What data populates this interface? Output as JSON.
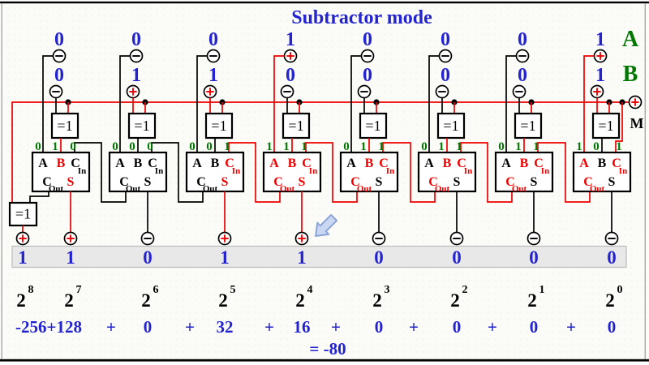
{
  "title": "Subtractor mode",
  "side_labels": {
    "a_row": "A",
    "b_row": "B",
    "mode": "M"
  },
  "gate_label": "=1",
  "adder_labels": {
    "a": "A",
    "b": "B",
    "c": "C",
    "in": "In",
    "out": "Out",
    "s": "S"
  },
  "colors": {
    "on": "#ee0000",
    "off": "#000000",
    "blue": "#2323d0",
    "green": "#007700",
    "band_fill": "#e8e8e8",
    "band_stroke": "#bbbbbb",
    "arrow_fill": "#c9d7f2",
    "arrow_stroke": "#8aa5d6",
    "frame": "#000000",
    "side_frame": "#a8a8a8"
  },
  "m_line": {
    "color": "#ee0000",
    "value": "1"
  },
  "columns": [
    {
      "bit": "7",
      "a": "0",
      "b": "0",
      "bxm": "1",
      "cin": "0",
      "cout": "0",
      "s": "1",
      "a_col": "#000000",
      "a_v": "none",
      "b_col": "#000000",
      "b_v": "none",
      "x_col": "#ee0000",
      "cin_col": "#000000",
      "cout_col": "#000000",
      "s_col": "#ee0000",
      "s_v": "#ee0000"
    },
    {
      "bit": "6",
      "a": "0",
      "b": "1",
      "bxm": "0",
      "cin": "0",
      "cout": "0",
      "s": "0",
      "a_col": "#000000",
      "a_v": "none",
      "b_col": "#ee0000",
      "b_v": "#ee0000",
      "x_col": "#000000",
      "cin_col": "#000000",
      "cout_col": "#000000",
      "s_col": "#000000",
      "s_v": "none"
    },
    {
      "bit": "5",
      "a": "0",
      "b": "1",
      "bxm": "0",
      "cin": "1",
      "cout": "0",
      "s": "1",
      "a_col": "#000000",
      "a_v": "none",
      "b_col": "#ee0000",
      "b_v": "#ee0000",
      "x_col": "#000000",
      "cin_col": "#ee0000",
      "cout_col": "#000000",
      "s_col": "#ee0000",
      "s_v": "#ee0000"
    },
    {
      "bit": "4",
      "a": "1",
      "b": "0",
      "bxm": "1",
      "cin": "1",
      "cout": "1",
      "s": "1",
      "a_col": "#ee0000",
      "a_v": "#ee0000",
      "b_col": "#000000",
      "b_v": "none",
      "x_col": "#ee0000",
      "cin_col": "#ee0000",
      "cout_col": "#ee0000",
      "s_col": "#ee0000",
      "s_v": "#ee0000"
    },
    {
      "bit": "3",
      "a": "0",
      "b": "0",
      "bxm": "1",
      "cin": "1",
      "cout": "1",
      "s": "0",
      "a_col": "#000000",
      "a_v": "none",
      "b_col": "#000000",
      "b_v": "none",
      "x_col": "#ee0000",
      "cin_col": "#ee0000",
      "cout_col": "#ee0000",
      "s_col": "#000000",
      "s_v": "none"
    },
    {
      "bit": "2",
      "a": "0",
      "b": "0",
      "bxm": "1",
      "cin": "1",
      "cout": "1",
      "s": "0",
      "a_col": "#000000",
      "a_v": "none",
      "b_col": "#000000",
      "b_v": "none",
      "x_col": "#ee0000",
      "cin_col": "#ee0000",
      "cout_col": "#ee0000",
      "s_col": "#000000",
      "s_v": "none"
    },
    {
      "bit": "1",
      "a": "0",
      "b": "0",
      "bxm": "1",
      "cin": "1",
      "cout": "1",
      "s": "0",
      "a_col": "#000000",
      "a_v": "none",
      "b_col": "#000000",
      "b_v": "none",
      "x_col": "#ee0000",
      "cin_col": "#ee0000",
      "cout_col": "#ee0000",
      "s_col": "#000000",
      "s_v": "none"
    },
    {
      "bit": "0",
      "a": "1",
      "b": "1",
      "bxm": "0",
      "cin": "1",
      "cout": "1",
      "s": "0",
      "a_col": "#ee0000",
      "a_v": "#ee0000",
      "b_col": "#ee0000",
      "b_v": "#ee0000",
      "x_col": "#000000",
      "cin_col": "#ee0000",
      "cout_col": "#ee0000",
      "s_col": "#000000",
      "s_v": "none"
    }
  ],
  "overflow": {
    "value": "1",
    "wire": "#ee0000",
    "sym": "#ee0000",
    "v": "#ee0000"
  },
  "sum_bits": [
    "1",
    "1",
    "0",
    "1",
    "1",
    "0",
    "0",
    "0",
    "0"
  ],
  "place_values": [
    {
      "base": "2",
      "exp": "8"
    },
    {
      "base": "2",
      "exp": "7"
    },
    {
      "base": "2",
      "exp": "6"
    },
    {
      "base": "2",
      "exp": "5"
    },
    {
      "base": "2",
      "exp": "4"
    },
    {
      "base": "2",
      "exp": "3"
    },
    {
      "base": "2",
      "exp": "2"
    },
    {
      "base": "2",
      "exp": "1"
    },
    {
      "base": "2",
      "exp": "0"
    }
  ],
  "value_row": [
    "-256+128",
    "+",
    "0",
    "+",
    "32",
    "+",
    "16",
    "+",
    "0",
    "+",
    "0",
    "+",
    "0",
    "+",
    "0"
  ],
  "equation": "= -80"
}
